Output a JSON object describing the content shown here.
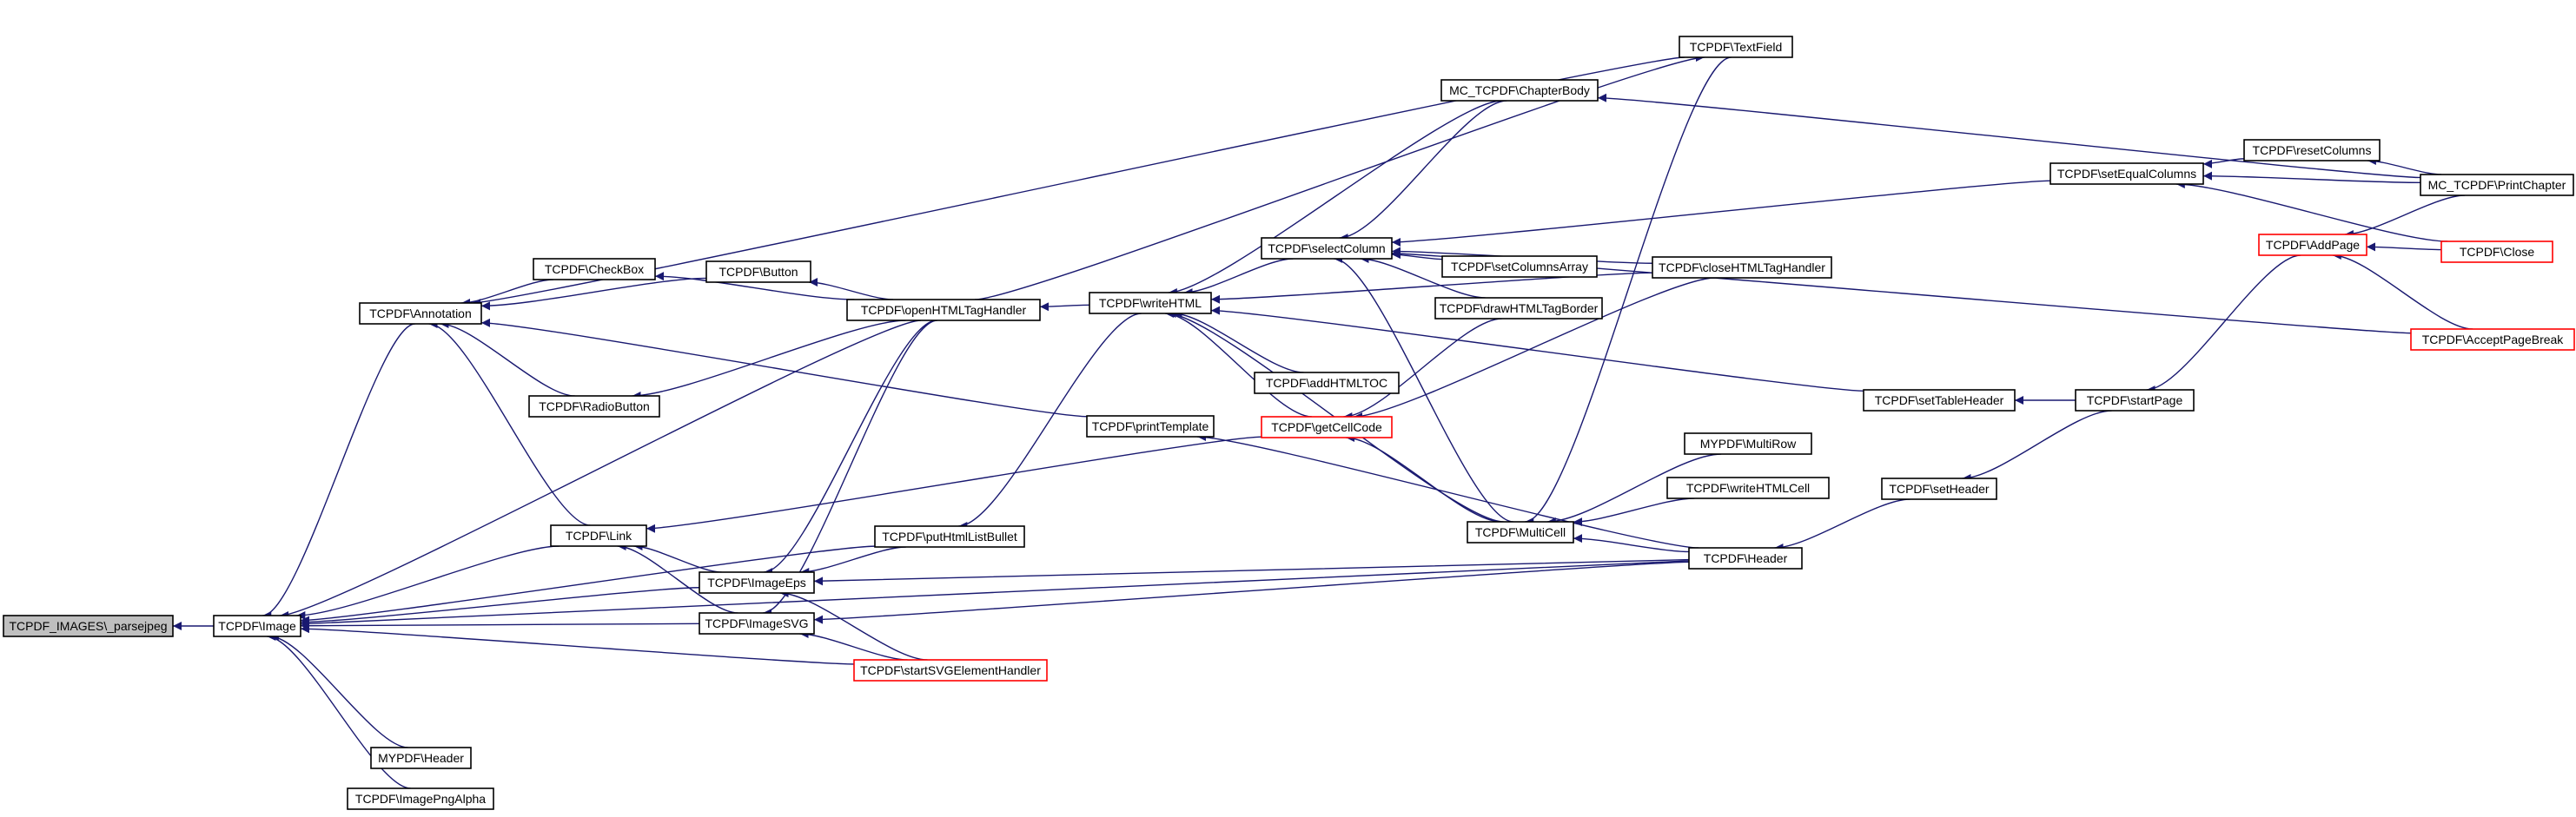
{
  "colors": {
    "edge": "#191970",
    "node_border": "#000000",
    "node_fill": "#ffffff",
    "focus_fill": "#bfbfbf",
    "truncated_border": "#ff0000"
  },
  "nodes": [
    {
      "id": "parsejpeg",
      "label": "TCPDF_IMAGES\\_parsejpeg",
      "style": "focus"
    },
    {
      "id": "image",
      "label": "TCPDF\\Image",
      "style": "normal"
    },
    {
      "id": "annotation",
      "label": "TCPDF\\Annotation",
      "style": "normal"
    },
    {
      "id": "checkbox",
      "label": "TCPDF\\CheckBox",
      "style": "normal"
    },
    {
      "id": "radiobutton",
      "label": "TCPDF\\RadioButton",
      "style": "normal"
    },
    {
      "id": "button",
      "label": "TCPDF\\Button",
      "style": "normal"
    },
    {
      "id": "link",
      "label": "TCPDF\\Link",
      "style": "normal"
    },
    {
      "id": "imageeps",
      "label": "TCPDF\\ImageEps",
      "style": "normal"
    },
    {
      "id": "imagesvg",
      "label": "TCPDF\\ImageSVG",
      "style": "normal"
    },
    {
      "id": "myheader",
      "label": "MYPDF\\Header",
      "style": "normal"
    },
    {
      "id": "imagepngalpha",
      "label": "TCPDF\\ImagePngAlpha",
      "style": "normal"
    },
    {
      "id": "openhtml",
      "label": "TCPDF\\openHTMLTagHandler",
      "style": "normal"
    },
    {
      "id": "puthtmllist",
      "label": "TCPDF\\putHtmlListBullet",
      "style": "normal"
    },
    {
      "id": "startsvg",
      "label": "TCPDF\\startSVGElementHandler",
      "style": "truncated"
    },
    {
      "id": "writehtml",
      "label": "TCPDF\\writeHTML",
      "style": "normal"
    },
    {
      "id": "printtemplate",
      "label": "TCPDF\\printTemplate",
      "style": "normal"
    },
    {
      "id": "textfield",
      "label": "TCPDF\\TextField",
      "style": "normal"
    },
    {
      "id": "chapterbody",
      "label": "MC_TCPDF\\ChapterBody",
      "style": "normal"
    },
    {
      "id": "selectcolumn",
      "label": "TCPDF\\selectColumn",
      "style": "normal"
    },
    {
      "id": "setcolumnsarray",
      "label": "TCPDF\\setColumnsArray",
      "style": "normal"
    },
    {
      "id": "drawhtmltagborder",
      "label": "TCPDF\\drawHTMLTagBorder",
      "style": "normal"
    },
    {
      "id": "addhtmltoc",
      "label": "TCPDF\\addHTMLTOC",
      "style": "normal"
    },
    {
      "id": "getcellcode",
      "label": "TCPDF\\getCellCode",
      "style": "truncated"
    },
    {
      "id": "closehtml",
      "label": "TCPDF\\closeHTMLTagHandler",
      "style": "normal"
    },
    {
      "id": "multicell",
      "label": "TCPDF\\MultiCell",
      "style": "normal"
    },
    {
      "id": "multirow",
      "label": "MYPDF\\MultiRow",
      "style": "normal"
    },
    {
      "id": "writehtmlcell",
      "label": "TCPDF\\writeHTMLCell",
      "style": "normal"
    },
    {
      "id": "header",
      "label": "TCPDF\\Header",
      "style": "normal"
    },
    {
      "id": "settableheader",
      "label": "TCPDF\\setTableHeader",
      "style": "normal"
    },
    {
      "id": "setheader",
      "label": "TCPDF\\setHeader",
      "style": "normal"
    },
    {
      "id": "startpage",
      "label": "TCPDF\\startPage",
      "style": "normal"
    },
    {
      "id": "setequalcolumns",
      "label": "TCPDF\\setEqualColumns",
      "style": "normal"
    },
    {
      "id": "resetcolumns",
      "label": "TCPDF\\resetColumns",
      "style": "normal"
    },
    {
      "id": "printchapter",
      "label": "MC_TCPDF\\PrintChapter",
      "style": "normal"
    },
    {
      "id": "addpage",
      "label": "TCPDF\\AddPage",
      "style": "truncated"
    },
    {
      "id": "close",
      "label": "TCPDF\\Close",
      "style": "truncated"
    },
    {
      "id": "acceptpagebreak",
      "label": "TCPDF\\AcceptPageBreak",
      "style": "truncated"
    }
  ],
  "edges": [
    [
      "parsejpeg",
      "image"
    ],
    [
      "image",
      "annotation"
    ],
    [
      "image",
      "link"
    ],
    [
      "image",
      "imageeps"
    ],
    [
      "image",
      "imagesvg"
    ],
    [
      "image",
      "startsvg"
    ],
    [
      "image",
      "myheader"
    ],
    [
      "image",
      "imagepngalpha"
    ],
    [
      "image",
      "openhtml"
    ],
    [
      "image",
      "puthtmllist"
    ],
    [
      "image",
      "header"
    ],
    [
      "annotation",
      "checkbox"
    ],
    [
      "annotation",
      "radiobutton"
    ],
    [
      "annotation",
      "button"
    ],
    [
      "annotation",
      "textfield"
    ],
    [
      "annotation",
      "link"
    ],
    [
      "annotation",
      "printtemplate"
    ],
    [
      "checkbox",
      "openhtml"
    ],
    [
      "radiobutton",
      "openhtml"
    ],
    [
      "button",
      "openhtml"
    ],
    [
      "textfield",
      "openhtml"
    ],
    [
      "link",
      "imageeps"
    ],
    [
      "link",
      "imagesvg"
    ],
    [
      "link",
      "getcellcode"
    ],
    [
      "imageeps",
      "puthtmllist"
    ],
    [
      "imageeps",
      "startsvg"
    ],
    [
      "imageeps",
      "openhtml"
    ],
    [
      "imageeps",
      "header"
    ],
    [
      "imagesvg",
      "openhtml"
    ],
    [
      "imagesvg",
      "startsvg"
    ],
    [
      "imagesvg",
      "header"
    ],
    [
      "openhtml",
      "writehtml"
    ],
    [
      "puthtmllist",
      "writehtml"
    ],
    [
      "writehtml",
      "chapterbody"
    ],
    [
      "writehtml",
      "closehtml"
    ],
    [
      "writehtml",
      "settableheader"
    ],
    [
      "writehtml",
      "multicell"
    ],
    [
      "writehtml",
      "getcellcode"
    ],
    [
      "writehtml",
      "addhtmltoc"
    ],
    [
      "writehtml",
      "selectcolumn"
    ],
    [
      "chapterbody",
      "printchapter"
    ],
    [
      "selectcolumn",
      "chapterbody"
    ],
    [
      "selectcolumn",
      "setequalcolumns"
    ],
    [
      "selectcolumn",
      "closehtml"
    ],
    [
      "selectcolumn",
      "setcolumnsarray"
    ],
    [
      "selectcolumn",
      "drawhtmltagborder"
    ],
    [
      "selectcolumn",
      "multicell"
    ],
    [
      "selectcolumn",
      "acceptpagebreak"
    ],
    [
      "getcellcode",
      "drawhtmltagborder"
    ],
    [
      "getcellcode",
      "closehtml"
    ],
    [
      "getcellcode",
      "multicell"
    ],
    [
      "multicell",
      "textfield"
    ],
    [
      "multicell",
      "multirow"
    ],
    [
      "multicell",
      "writehtmlcell"
    ],
    [
      "multicell",
      "header"
    ],
    [
      "printtemplate",
      "header"
    ],
    [
      "settableheader",
      "startpage"
    ],
    [
      "setequalcolumns",
      "resetcolumns"
    ],
    [
      "setequalcolumns",
      "printchapter"
    ],
    [
      "setequalcolumns",
      "close"
    ],
    [
      "resetcolumns",
      "printchapter"
    ],
    [
      "startpage",
      "addpage"
    ],
    [
      "addpage",
      "printchapter"
    ],
    [
      "addpage",
      "close"
    ],
    [
      "addpage",
      "acceptpagebreak"
    ],
    [
      "header",
      "setheader"
    ],
    [
      "setheader",
      "startpage"
    ]
  ]
}
